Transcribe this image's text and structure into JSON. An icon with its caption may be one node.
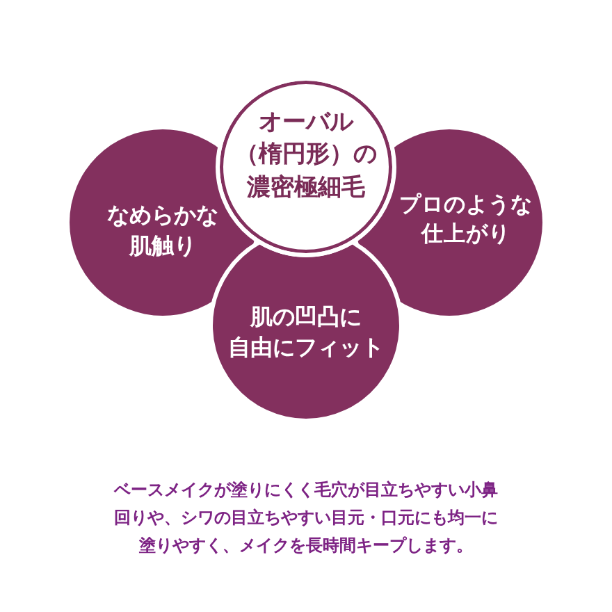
{
  "diagram": {
    "caption": "ベースメイクが塗りにくく毛穴が目立ちやすい小鼻回りや、シワの目立ちやすい目元・口元にも均一に塗りやすく、メイクを長時間キープします。",
    "nodes": [
      {
        "text": [
          "オーバル（楕円形）の濃密極細毛"
        ]
      },
      {
        "text": [
          "なめらかな肌触り"
        ]
      },
      {
        "text": [
          "プロのような仕上がり"
        ]
      },
      {
        "text": [
          "肌の凹凸に自由にフィット"
        ]
      }
    ]
  }
}
